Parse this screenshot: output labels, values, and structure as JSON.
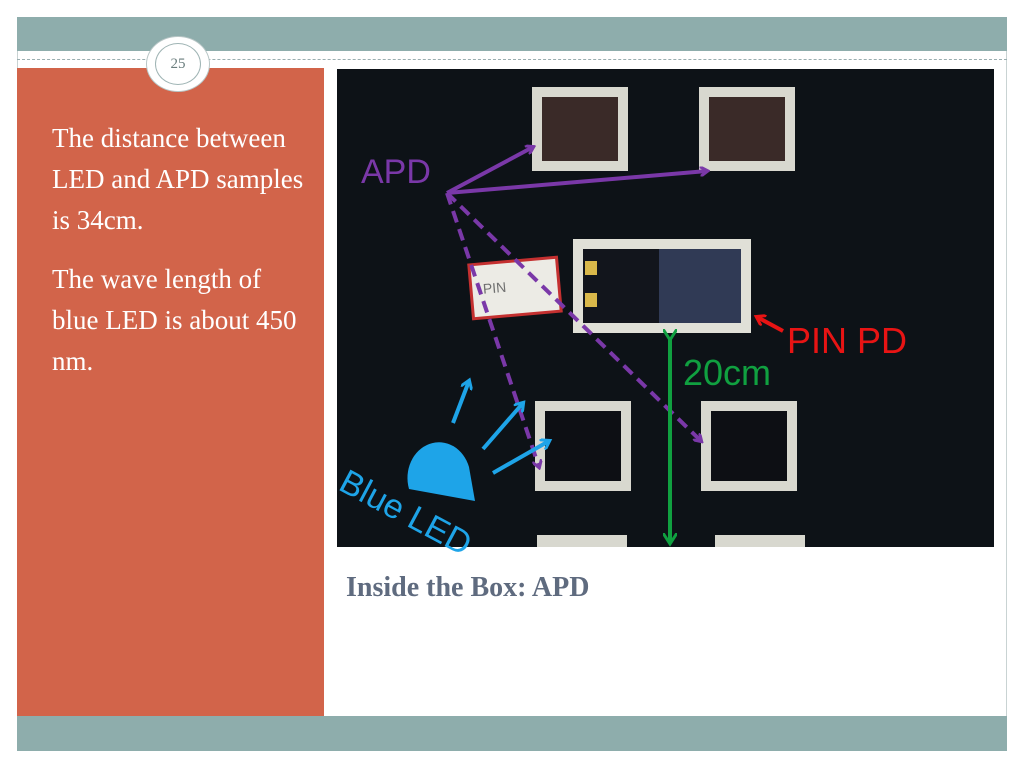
{
  "slide": {
    "number": "25",
    "body_paragraphs": [
      "The distance between LED and APD samples is 34cm.",
      "The wave length of blue LED is about 450 nm."
    ],
    "caption": "Inside the Box: APD"
  },
  "photo": {
    "labels": {
      "apd": "APD",
      "pin_pd": "PIN PD",
      "distance": "20cm",
      "blue_led": "Blue LED"
    },
    "sticker_text": "PIN"
  },
  "colors": {
    "band": "#8eadac",
    "left_panel": "#d2644a",
    "caption": "#5f6b7f",
    "apd_arrows": "#7a38a8",
    "pin_pd": "#e81414",
    "distance": "#10a040",
    "blue_led": "#1ea4e8"
  }
}
